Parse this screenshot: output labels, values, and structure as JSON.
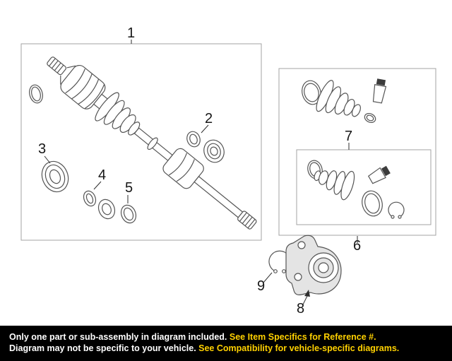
{
  "diagram": {
    "part_labels": [
      "1",
      "2",
      "3",
      "4",
      "5",
      "6",
      "7",
      "8",
      "9"
    ]
  },
  "banner": {
    "line1_normal": "Only one part or sub-assembly in diagram included. ",
    "line1_highlight": "See Item Specifics for Reference #.",
    "line2_normal": "Diagram may not be specific to your vehicle. ",
    "line2_highlight": "See Compatibility for vehicle-specific diagrams."
  },
  "colors": {
    "page_background": "#ffffff",
    "banner_background": "#000000",
    "banner_text": "#ffffff",
    "banner_highlight": "#ffd100",
    "line_art": "#555555",
    "box_border": "#a3a3a3"
  }
}
